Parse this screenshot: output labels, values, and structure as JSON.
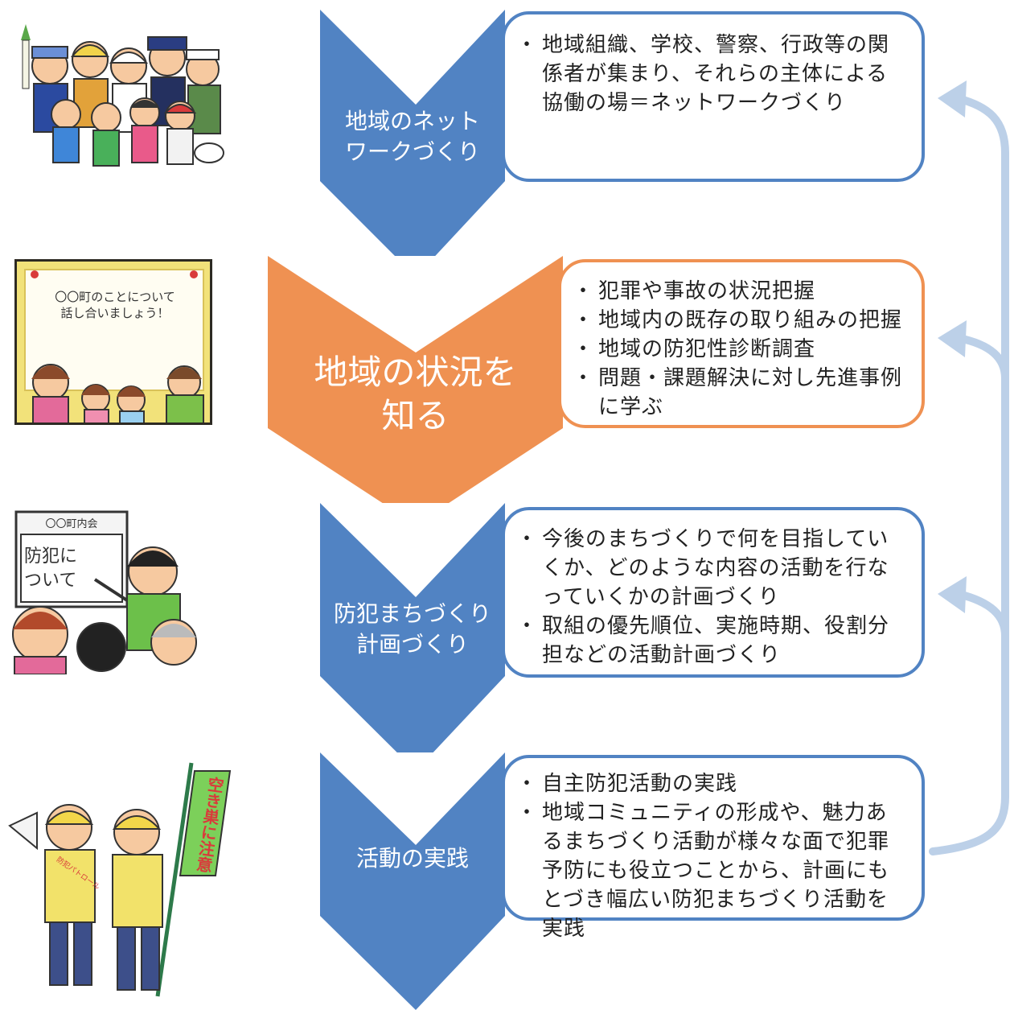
{
  "colors": {
    "blue": "#5183c3",
    "orange": "#ef9152",
    "arrow_light": "#bcd0e8"
  },
  "steps": [
    {
      "label_line1": "地域のネット",
      "label_line2": "ワークづくり",
      "color": "blue",
      "bullets": [
        "地域組織、学校、警察、行政等の関係者が集まり、それらの主体による協働の場＝ネットワークづくり"
      ]
    },
    {
      "label_line1": "地域の状況を",
      "label_line2": "知る",
      "color": "orange",
      "bullets": [
        "犯罪や事故の状況把握",
        "地域内の既存の取り組みの把握",
        "地域の防犯性診断調査",
        "問題・課題解決に対し先進事例に学ぶ"
      ]
    },
    {
      "label_line1": "防犯まちづくり",
      "label_line2": "計画づくり",
      "color": "blue",
      "bullets": [
        "今後のまちづくりで何を目指していくか、どのような内容の活動を行なっていくかの計画づくり",
        "取組の優先順位、実施時期、役割分担などの活動計画づくり"
      ]
    },
    {
      "label_line1": "活動の実践",
      "label_line2": "",
      "color": "blue",
      "bullets": [
        "自主防犯活動の実践",
        "地域コミュニティの形成や、魅力あるまちづくり活動が様々な面で犯罪予防にも役立つことから、計画にもとづき幅広い防犯まちづくり活動を実践"
      ]
    }
  ],
  "illustrations": {
    "meeting_board": {
      "line1": "〇〇町のことについて",
      "line2": "話し合いましょう！"
    },
    "lecture_board": {
      "header": "〇〇町内会",
      "line1": "防犯に",
      "line2": "ついて"
    },
    "banner": {
      "text": "空き巣に注意",
      "sash": "防犯パトロール"
    }
  }
}
